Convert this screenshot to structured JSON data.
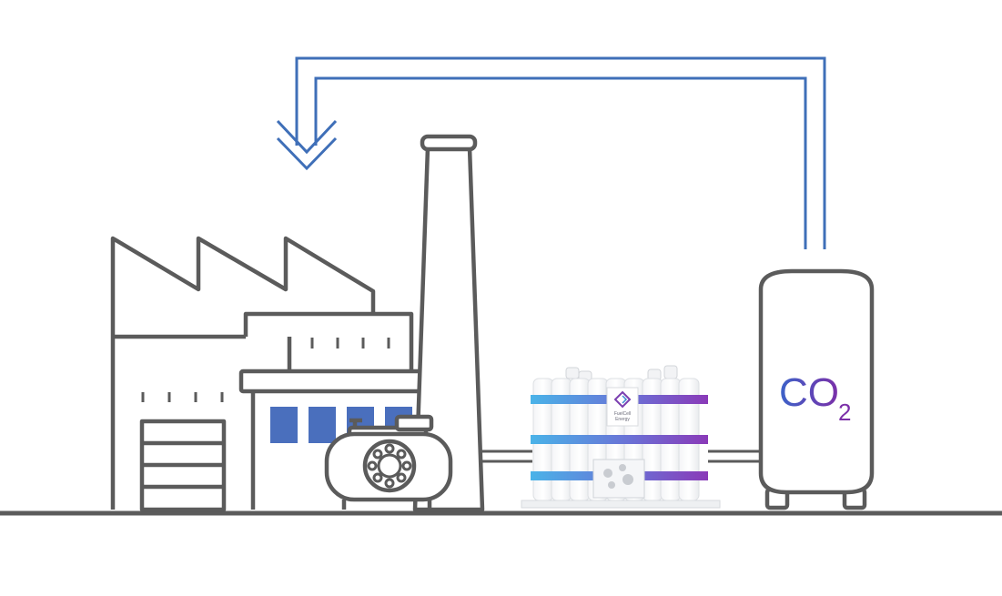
{
  "tank_label": {
    "main": "CO",
    "subscript": "2"
  },
  "fuel_cell_logo": {
    "line1": "FuelCell",
    "line2": "Energy"
  },
  "colors": {
    "outline": "#5b5b5b",
    "arrow": "#3f6fb8",
    "window_fill": "#4a6fbd",
    "label_blue": "#3b63c9",
    "label_purple": "#7b2fa8",
    "band_cyan": "#4ab3e8",
    "band_purple": "#8a3ab8",
    "ground": "#5b5b5b"
  },
  "icons": [
    "factory-icon",
    "smokestack-icon",
    "engine-icon",
    "fuel-cell-module-icon",
    "co2-tank-icon",
    "recycle-arrow-icon"
  ]
}
